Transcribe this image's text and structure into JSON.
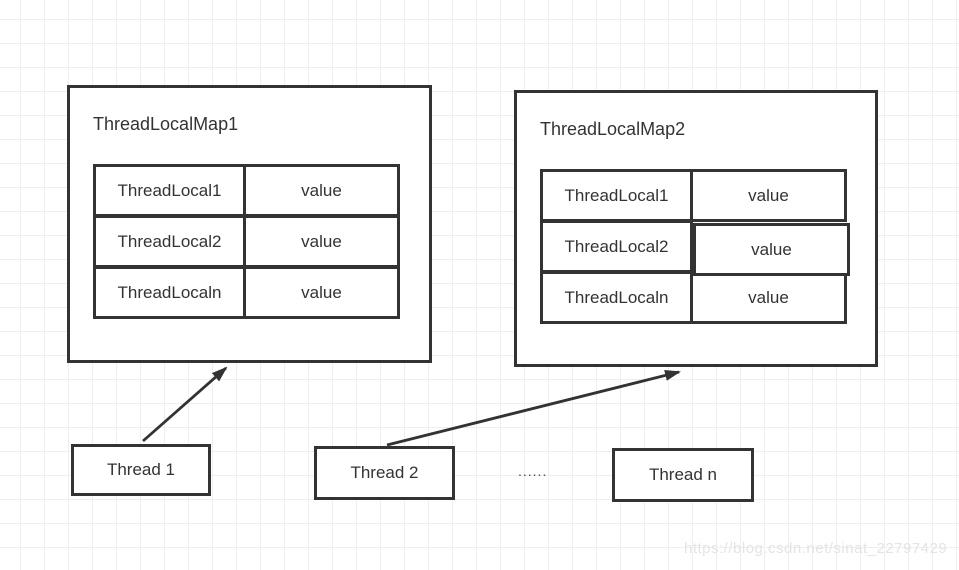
{
  "diagram": {
    "maps": [
      {
        "title": "ThreadLocalMap1",
        "rows": [
          {
            "key": "ThreadLocal1",
            "value": "value"
          },
          {
            "key": "ThreadLocal2",
            "value": "value"
          },
          {
            "key": "ThreadLocaln",
            "value": "value"
          }
        ]
      },
      {
        "title": "ThreadLocalMap2",
        "rows": [
          {
            "key": "ThreadLocal1",
            "value": "value"
          },
          {
            "key": "ThreadLocal2",
            "value": "value"
          },
          {
            "key": "ThreadLocaln",
            "value": "value"
          }
        ]
      }
    ],
    "threads": [
      {
        "label": "Thread 1"
      },
      {
        "label": "Thread 2"
      },
      {
        "label": "Thread n"
      }
    ],
    "ellipsis": "......",
    "arrows": [
      {
        "from": "Thread 1",
        "to": "ThreadLocalMap1"
      },
      {
        "from": "Thread 2",
        "to": "ThreadLocalMap2"
      }
    ],
    "watermark": "https://blog.csdn.net/sinat_22797429",
    "colors": {
      "stroke": "#333333",
      "grid": "#efefef",
      "background": "#ffffff",
      "watermark_text": "#e4e4e4"
    }
  }
}
